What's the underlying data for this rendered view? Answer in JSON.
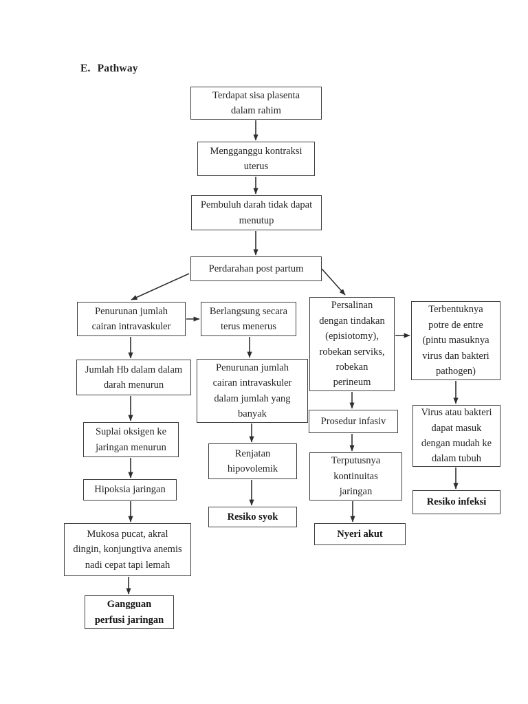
{
  "heading": {
    "prefix": "E.",
    "text": "Pathway"
  },
  "colors": {
    "ink": "#242424",
    "border": "#3d3d3d",
    "background": "#ffffff"
  },
  "diagram": {
    "terdapat_sisa": "Terdapat sisa plasenta\ndalam rahim",
    "mengganggu": "Mengganggu kontraksi\nuterus",
    "pembuluh": "Pembuluh darah tidak dapat\nmenutup",
    "perdarahan": "Perdarahan post partum",
    "penurunan_jumlah": "Penurunan jumlah\ncairan intravaskuler",
    "berlangsung": "Berlangsung secara\nterus menerus",
    "jumlah_hb": "Jumlah Hb dalam dalam\ndarah menurun",
    "penurunan_banyak": "Penurunan jumlah\ncairan intravaskuler\ndalam jumlah yang\nbanyak",
    "suplai": "Suplai oksigen ke\njaringan menurun",
    "hipoksia": "Hipoksia jaringan",
    "mukosa": "Mukosa pucat, akral\ndingin, konjungtiva anemis\nnadi cepat tapi lemah",
    "gangguan": "Gangguan\nperfusi jaringan",
    "renjatan": "Renjatan\nhipovolemik",
    "resiko_syok": "Resiko syok",
    "persalinan": "Persalinan\ndengan tindakan\n(episiotomy),\nrobekan serviks,\nrobekan\nperineum",
    "prosedur": "Prosedur infasiv",
    "terputusnya": "Terputusnya\nkontinuitas\njaringan",
    "nyeri_akut": "Nyeri akut",
    "terbentuknya": "Terbentuknya\npotre de entre\n(pintu masuknya\nvirus dan bakteri\npathogen)",
    "virus": "Virus atau bakteri\ndapat masuk\ndengan mudah ke\ndalam tubuh",
    "resiko_infeksi": "Resiko infeksi"
  },
  "edges": [
    {
      "from": "terdapat_sisa",
      "to": "mengganggu"
    },
    {
      "from": "mengganggu",
      "to": "pembuluh"
    },
    {
      "from": "pembuluh",
      "to": "perdarahan"
    },
    {
      "from": "perdarahan",
      "to": "penurunan_jumlah"
    },
    {
      "from": "perdarahan",
      "to": "persalinan"
    },
    {
      "from": "penurunan_jumlah",
      "to": "berlangsung"
    },
    {
      "from": "penurunan_jumlah",
      "to": "jumlah_hb"
    },
    {
      "from": "berlangsung",
      "to": "penurunan_banyak"
    },
    {
      "from": "jumlah_hb",
      "to": "suplai"
    },
    {
      "from": "suplai",
      "to": "hipoksia"
    },
    {
      "from": "hipoksia",
      "to": "mukosa"
    },
    {
      "from": "mukosa",
      "to": "gangguan"
    },
    {
      "from": "penurunan_banyak",
      "to": "renjatan"
    },
    {
      "from": "renjatan",
      "to": "resiko_syok"
    },
    {
      "from": "persalinan",
      "to": "terbentuknya"
    },
    {
      "from": "persalinan",
      "to": "prosedur"
    },
    {
      "from": "prosedur",
      "to": "terputusnya"
    },
    {
      "from": "terputusnya",
      "to": "nyeri_akut"
    },
    {
      "from": "terbentuknya",
      "to": "virus"
    },
    {
      "from": "virus",
      "to": "resiko_infeksi"
    }
  ]
}
